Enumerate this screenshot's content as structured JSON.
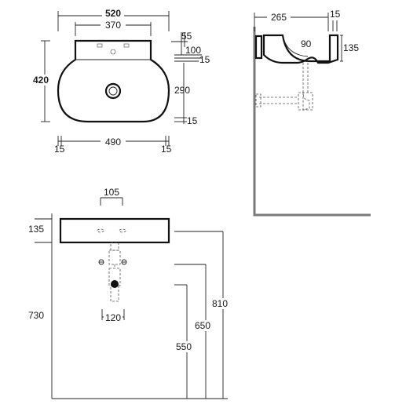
{
  "top_view": {
    "overall_width": "520",
    "overall_depth": "420",
    "tap_spacing": "370",
    "deck_depth": "55",
    "tap_offset": "100",
    "rim_top": "15",
    "bowl_depth": "290",
    "rim_bottom": "15",
    "rim_left": "15",
    "bowl_width": "490",
    "rim_right": "15"
  },
  "side_view": {
    "projection": "265",
    "rim_width": "15",
    "bowl_radius": "90",
    "height": "135"
  },
  "front_view": {
    "tap_spacing": "105",
    "height": "135",
    "total_height": "730",
    "top_height": "810",
    "mount_height": "650",
    "waste_height": "550",
    "waste_width": "120"
  }
}
